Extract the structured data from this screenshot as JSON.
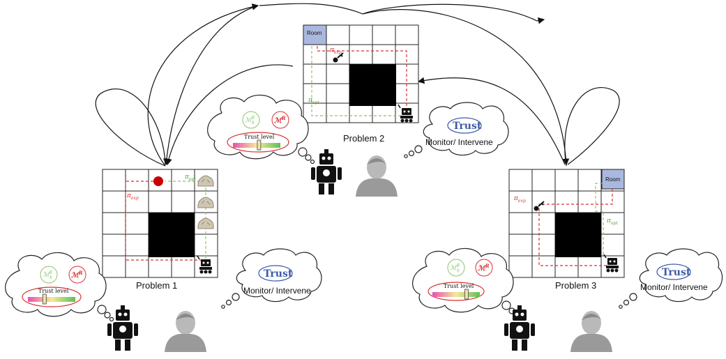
{
  "problems": [
    {
      "caption": "Problem 1",
      "trust_word": "Trust",
      "monitor_text": "Monitor/ Intervene",
      "trust_level_label": "Trust level",
      "pi_exp": "π",
      "pi_exp_sub": "exp",
      "pi_opt": "π",
      "pi_opt_sub": "opt",
      "model_robot": "ℳ",
      "model_robot_sup": "R",
      "model_human": "ℳ",
      "model_human_sub": "h",
      "model_human_sup": "R",
      "trust_fraction": 0.35
    },
    {
      "caption": "Problem 2",
      "trust_word": "Trust",
      "monitor_text": "Monitor/ Intervene",
      "trust_level_label": "Trust level",
      "room_label": "Room",
      "pi_exp": "π",
      "pi_exp_sub": "exp",
      "pi_opt": "π",
      "pi_opt_sub": "opt",
      "model_robot": "ℳ",
      "model_robot_sup": "R",
      "model_human": "ℳ",
      "model_human_sub": "h",
      "model_human_sup": "R",
      "trust_fraction": 0.55
    },
    {
      "caption": "Problem 3",
      "trust_word": "Trust",
      "monitor_text": "Monitor/ Intervene",
      "trust_level_label": "Trust level",
      "room_label": "Room",
      "pi_exp": "π",
      "pi_exp_sub": "exp",
      "pi_opt": "π",
      "pi_opt_sub": "opt",
      "model_robot": "ℳ",
      "model_robot_sup": "R",
      "model_human": "ℳ",
      "model_human_sub": "h",
      "model_human_sup": "R",
      "trust_fraction": 0.72
    }
  ],
  "colors": {
    "explanation_path": "#d83030",
    "optimal_path": "#8cc46a",
    "trust_text": "#3d5aa8",
    "room_fill": "#aab8e0"
  }
}
